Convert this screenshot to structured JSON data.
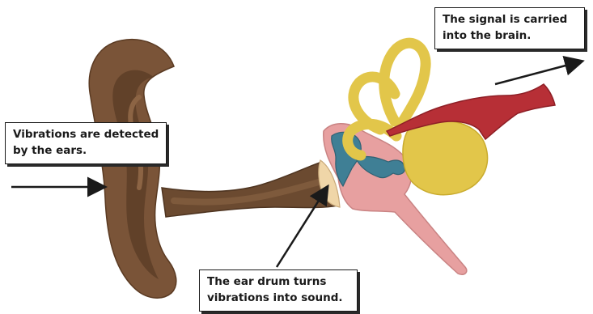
{
  "callouts": {
    "ears": {
      "line1": "Vibrations are detected",
      "line2": "by the ears."
    },
    "brain": {
      "line1": "The signal is carried",
      "line2": "into the brain."
    },
    "ear_drum": {
      "line1": "The ear drum turns",
      "line2": "vibrations into sound."
    }
  },
  "colors": {
    "outer_ear": "#7a5438",
    "outer_ear_inner": "#5e3f28",
    "ear_canal": "#6b4a30",
    "ear_drum": "#f0d6a8",
    "middle_ear": "#e7a0a0",
    "ossicles": "#3f7f95",
    "cochlea_canals": "#e2c64a",
    "nerve": "#b72f36",
    "arrow": "#1a1a1a"
  }
}
